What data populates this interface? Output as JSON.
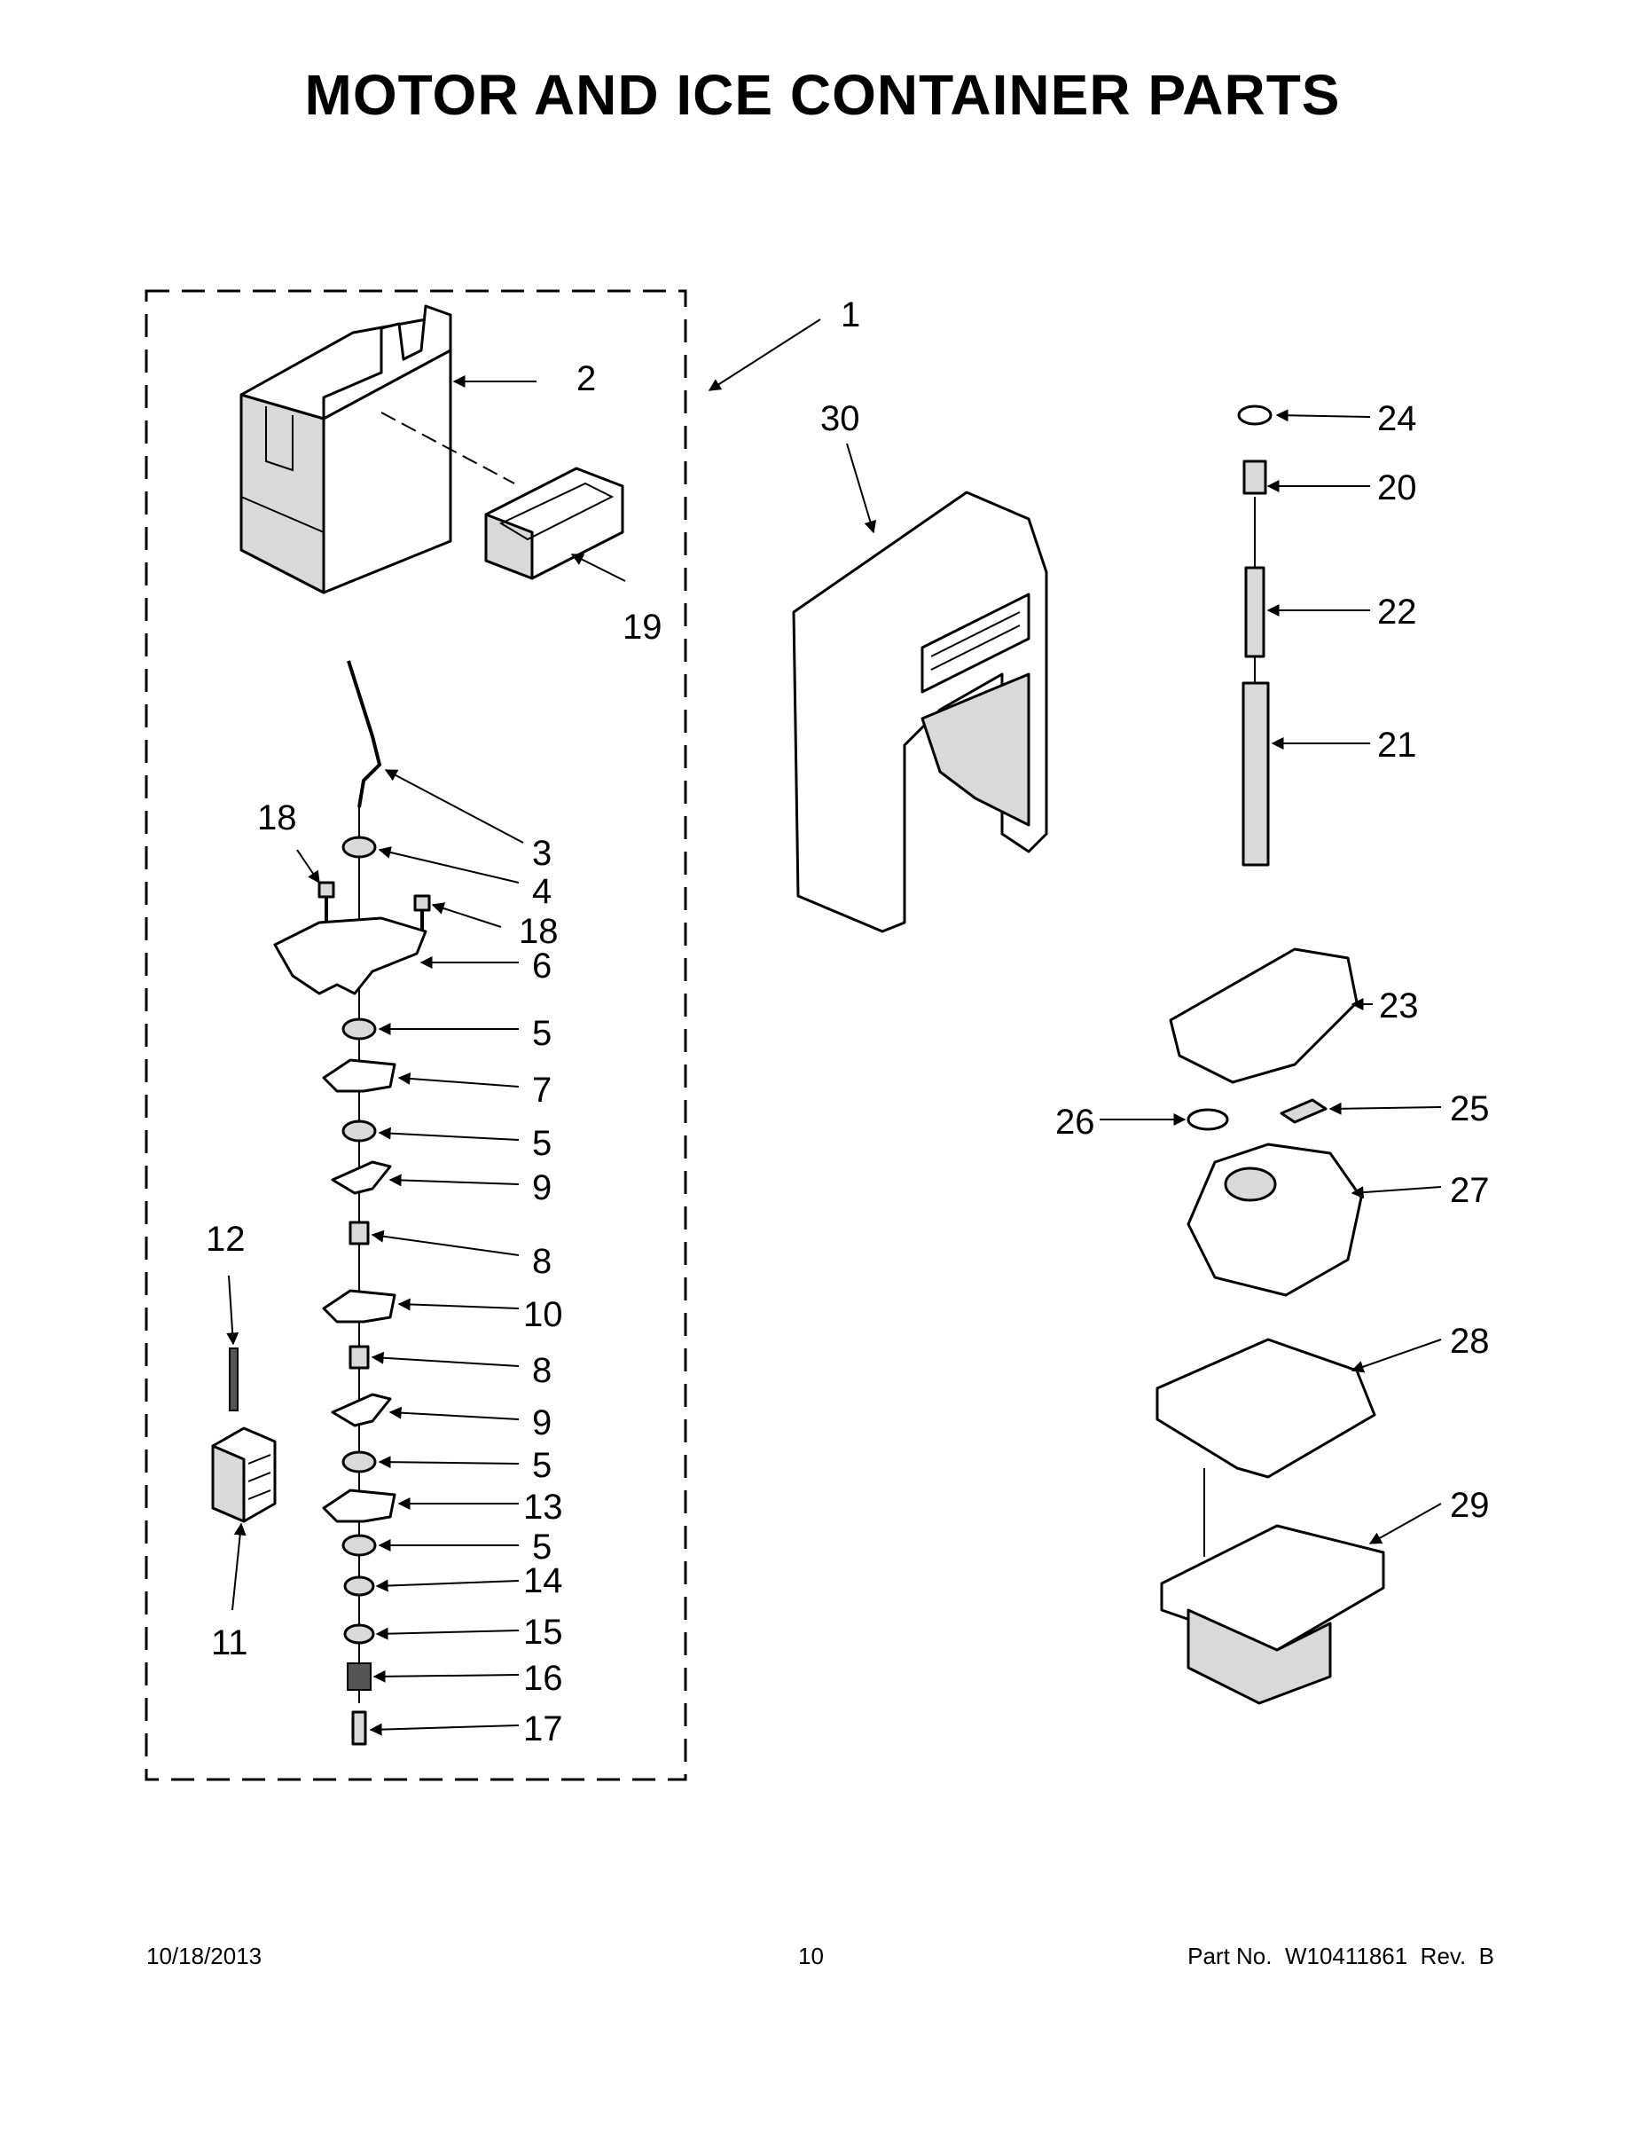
{
  "page": {
    "title": "MOTOR AND ICE CONTAINER PARTS",
    "footer": {
      "date": "10/18/2013",
      "page_number": "10",
      "part_number": "Part No.  W10411861  Rev.  B"
    }
  },
  "callouts": {
    "c1": "1",
    "c2": "2",
    "c19": "19",
    "c30": "30",
    "c24": "24",
    "c20": "20",
    "c22": "22",
    "c21": "21",
    "c3": "3",
    "c4": "4",
    "c18a": "18",
    "c18b": "18",
    "c6": "6",
    "c5a": "5",
    "c7": "7",
    "c5b": "5",
    "c9a": "9",
    "c8a": "8",
    "c12": "12",
    "c10": "10",
    "c8b": "8",
    "c9b": "9",
    "c5c": "5",
    "c13": "13",
    "c5d": "5",
    "c11": "11",
    "c14": "14",
    "c15": "15",
    "c16": "16",
    "c17": "17",
    "c23": "23",
    "c26": "26",
    "c25": "25",
    "c27": "27",
    "c28": "28",
    "c29": "29"
  }
}
